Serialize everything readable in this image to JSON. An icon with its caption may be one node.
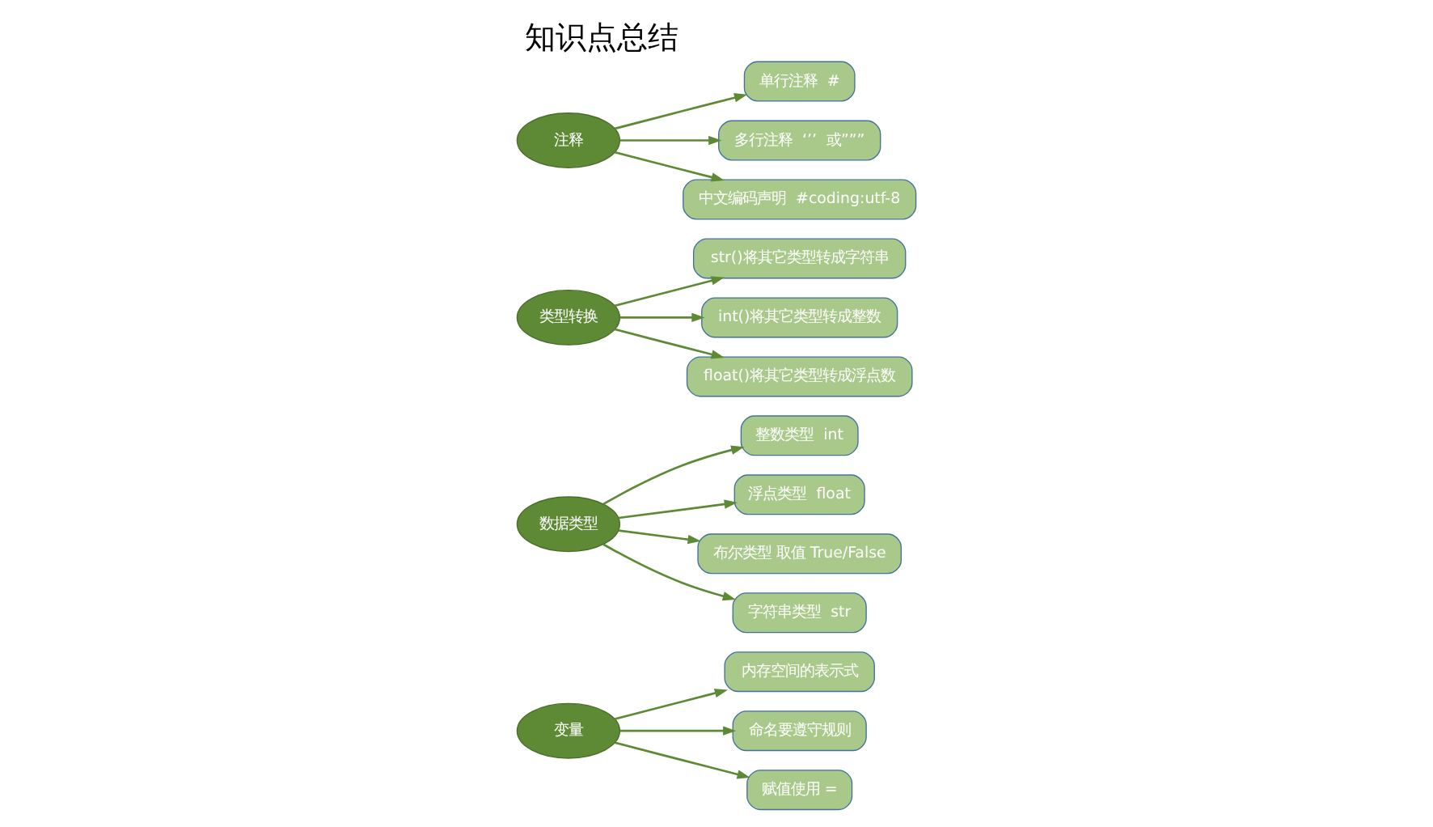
{
  "diagram": {
    "title": "知识点总结",
    "nodes": [
      {
        "text": [
          "变量"
        ]
      },
      {
        "text": [
          "内存空间的表示式"
        ]
      },
      {
        "text": [
          "命名要遵守规则"
        ]
      },
      {
        "text": [
          "赋值使用 ="
        ]
      },
      {
        "text": [
          "数据类型"
        ]
      },
      {
        "text": [
          "整数类型  int"
        ]
      },
      {
        "text": [
          "浮点类型  float"
        ]
      },
      {
        "text": [
          "布尔类型 取值 True/False"
        ]
      },
      {
        "text": [
          "字符串类型  str"
        ]
      },
      {
        "text": [
          "类型转换"
        ]
      },
      {
        "text": [
          "str()将其它类型转成字符串"
        ]
      },
      {
        "text": [
          "int()将其它类型转成整数"
        ]
      },
      {
        "text": [
          "float()将其它类型转成浮点数"
        ]
      },
      {
        "text": [
          "注释"
        ]
      },
      {
        "text": [
          "单行注释  #"
        ]
      },
      {
        "text": [
          "多行注释  ‘’’  或”””"
        ]
      },
      {
        "text": [
          "中文编码声明  #coding:utf-8"
        ]
      }
    ],
    "edges": [
      {
        "from": 0,
        "to": 1,
        "arrow": "to"
      },
      {
        "from": 0,
        "to": 2,
        "arrow": "to"
      },
      {
        "from": 0,
        "to": 3,
        "arrow": "to"
      },
      {
        "from": 4,
        "to": 5,
        "arrow": "to"
      },
      {
        "from": 4,
        "to": 6,
        "arrow": "to"
      },
      {
        "from": 4,
        "to": 7,
        "arrow": "to"
      },
      {
        "from": 4,
        "to": 8,
        "arrow": "to"
      },
      {
        "from": 9,
        "to": 10,
        "arrow": "to"
      },
      {
        "from": 9,
        "to": 11,
        "arrow": "to"
      },
      {
        "from": 9,
        "to": 12,
        "arrow": "to"
      },
      {
        "from": 13,
        "to": 14,
        "arrow": "to"
      },
      {
        "from": 13,
        "to": 15,
        "arrow": "to"
      },
      {
        "from": 13,
        "to": 16,
        "arrow": "to"
      }
    ]
  }
}
